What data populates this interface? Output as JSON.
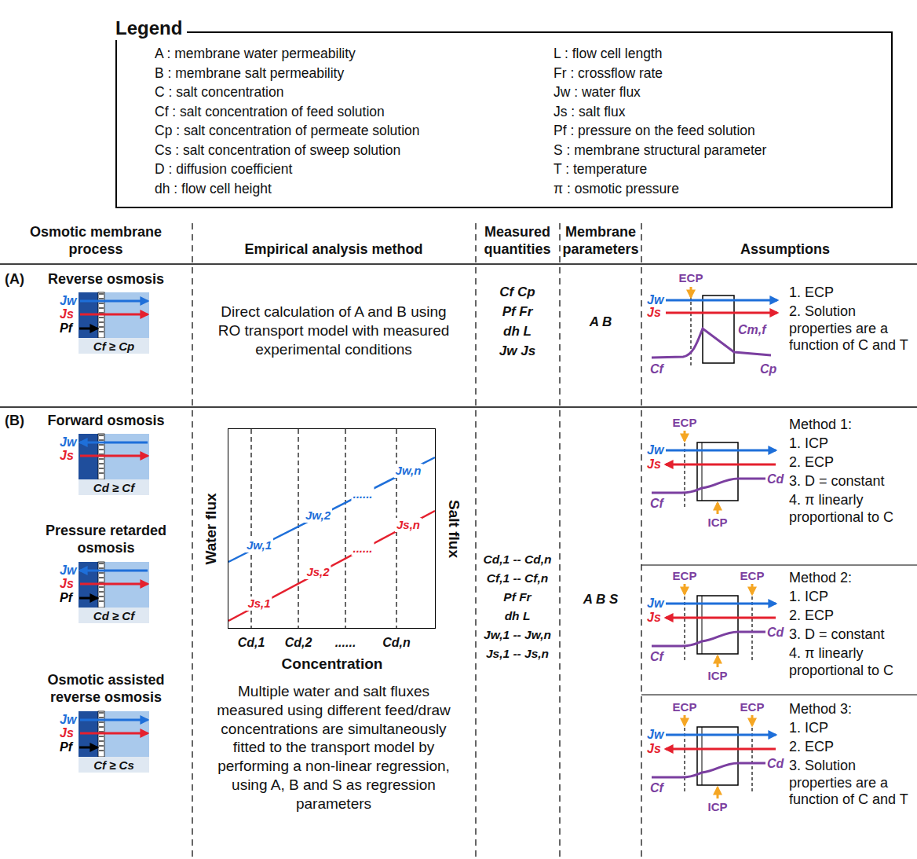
{
  "diagram": {
    "nodes": [
      {
        "text": [
          "Legend"
        ]
      },
      {
        "text": [
          "Water flux",
          "Concentration",
          "Salt flux"
        ]
      }
    ],
    "labels": [
      "Osmotic membrane process",
      "Empirical analysis method",
      "Measured quantities",
      "Membrane parameters",
      "Assumptions",
      "(A)",
      "Reverse osmosis",
      "Jw",
      "Js",
      "Pf",
      "Cf ≥ Cp",
      "Direct calculation of A and B using RO transport model with measured experimental conditions",
      "Cf Cp",
      "Pf Fr",
      "dh L",
      "Jw Js",
      "A B",
      "ECP",
      "Jw",
      "Js",
      "Cm,f",
      "Cf",
      "Cp",
      "1. ECP",
      "2. Solution properties are a function of C and T",
      "(B)",
      "Forward osmosis",
      "Jw",
      "Js",
      "Cd ≥ Cf",
      "Pressure retarded osmosis",
      "Jw",
      "Js",
      "Pf",
      "Cd ≥ Cf",
      "Osmotic assisted reverse osmosis",
      "Jw",
      "Js",
      "Pf",
      "Cf ≥ Cs",
      "Jw,1",
      "Jw,2",
      "......",
      "Jw,n",
      "Js,1",
      "Js,2",
      "......",
      "Js,n",
      "Cd,1",
      "Cd,2",
      "......",
      "Cd,n",
      "Multiple water and salt fluxes measured using different feed/draw concentrations are simultaneously fitted to the transport model by performing a non-linear regression, using A, B and S as regression parameters",
      "Cd,1 -- Cd,n",
      "Cf,1 -- Cf,n",
      "Pf Fr",
      "dh L",
      "Jw,1 -- Jw,n",
      "Js,1 -- Js,n",
      "A B S",
      "ECP",
      "ICP",
      "Jw",
      "Js",
      "Cf",
      "Cd",
      "Method 1:",
      "1. ICP",
      "2. ECP",
      "3. D = constant",
      "4. π linearly proportional to C",
      "ECP",
      "ECP",
      "ICP",
      "Jw",
      "Js",
      "Cf",
      "Cd",
      "Method 2:",
      "1. ICP",
      "2. ECP",
      "3. D = constant",
      "4. π linearly proportional to C",
      "ECP",
      "ECP",
      "ICP",
      "Jw",
      "Js",
      "Cf",
      "Cd",
      "Method 3:",
      "1. ICP",
      "2. ECP",
      "3. Solution properties are a function of C and T"
    ],
    "legend": [
      {
        "text": "A : membrane water permeability"
      },
      {
        "text": "B : membrane salt permeability"
      },
      {
        "text": "C : salt concentration"
      },
      {
        "text": "Cf : salt concentration of feed solution"
      },
      {
        "text": "Cp : salt concentration of permeate solution"
      },
      {
        "text": "Cs : salt concentration of sweep solution"
      },
      {
        "text": "D : diffusion coefficient"
      },
      {
        "text": "dh : flow cell height"
      },
      {
        "text": "L : flow cell length"
      },
      {
        "text": "Fr : crossflow rate"
      },
      {
        "text": "Jw : water flux"
      },
      {
        "text": "Js : salt flux"
      },
      {
        "text": "Pf : pressure on the feed solution"
      },
      {
        "text": "S : membrane structural parameter"
      },
      {
        "text": "T : temperature"
      },
      {
        "text": "π : osmotic pressure"
      }
    ]
  }
}
